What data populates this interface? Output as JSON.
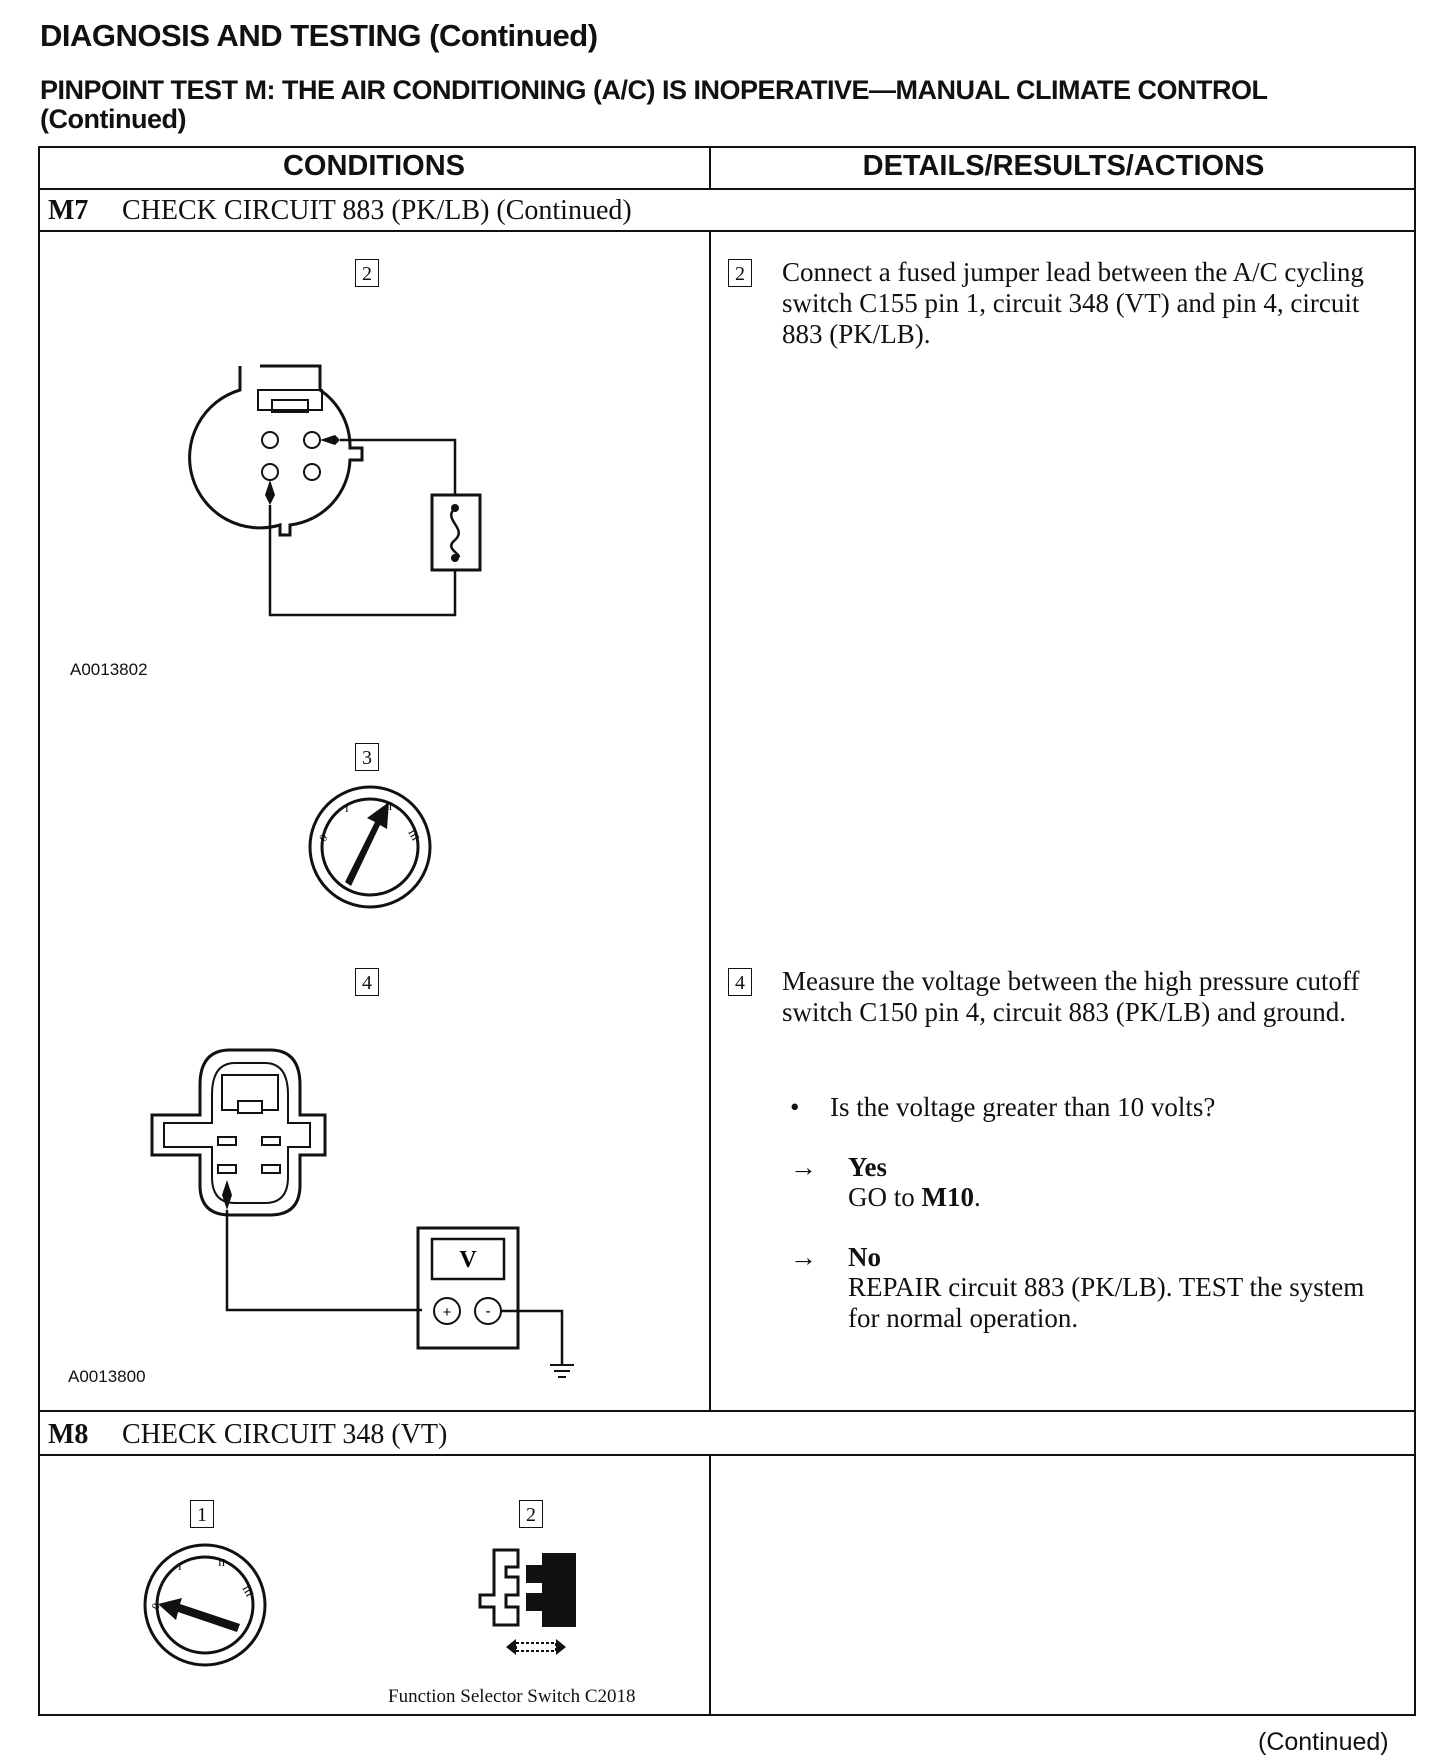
{
  "header": {
    "title": "DIAGNOSIS AND TESTING (Continued)",
    "subtitle": "PINPOINT TEST M: THE AIR CONDITIONING (A/C) IS INOPERATIVE—MANUAL CLIMATE CONTROL (Continued)"
  },
  "table": {
    "col_conditions": "CONDITIONS",
    "col_details": "DETAILS/RESULTS/ACTIONS"
  },
  "m7": {
    "id": "M7",
    "title": "CHECK CIRCUIT 883 (PK/LB) (Continued)",
    "step2": {
      "num": "2",
      "figure_id": "A0013802",
      "text": "Connect a fused jumper lead between the A/C cycling switch C155 pin 1, circuit 348 (VT) and pin 4, circuit 883 (PK/LB)."
    },
    "step3": {
      "num": "3",
      "dial_labels": [
        "0",
        "I",
        "II",
        "III"
      ]
    },
    "step4": {
      "num": "4",
      "figure_id": "A0013800",
      "meter_label": "V",
      "text": "Measure the voltage between the high pressure cutoff switch C150 pin 4, circuit 883 (PK/LB) and ground.",
      "bullet": "Is the voltage greater than 10 volts?",
      "yes_label": "Yes",
      "yes_prefix": "GO to ",
      "yes_target": "M10",
      "yes_suffix": ".",
      "no_label": "No",
      "no_text": "REPAIR circuit 883 (PK/LB). TEST the system for normal operation.",
      "arrow": "→",
      "bullet_glyph": "•"
    }
  },
  "m8": {
    "id": "M8",
    "title": "CHECK CIRCUIT 348 (VT)",
    "step1": {
      "num": "1"
    },
    "step2": {
      "num": "2",
      "caption": "Function Selector Switch C2018"
    }
  },
  "footer": {
    "continued": "(Continued)"
  }
}
